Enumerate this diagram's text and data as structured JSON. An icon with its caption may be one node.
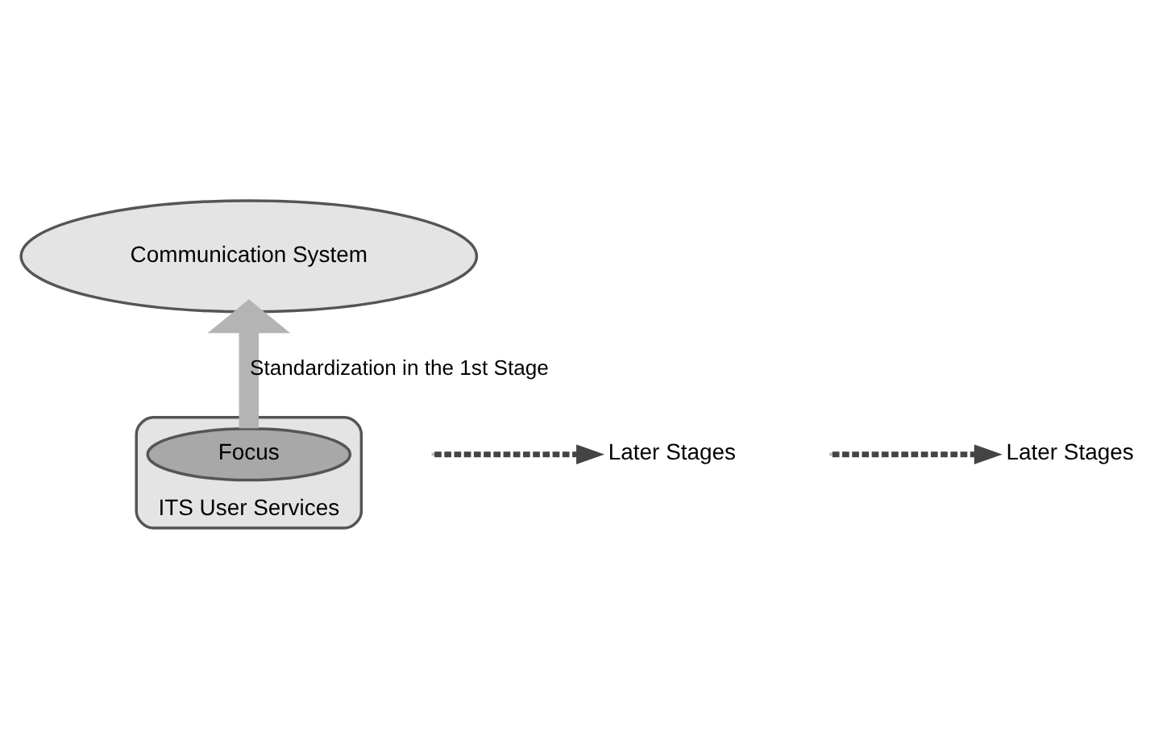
{
  "diagram": {
    "nodes": [
      {
        "text": [
          "Communication System"
        ]
      },
      {
        "text": [
          "ITS User Services"
        ]
      },
      {
        "text": [
          "Focus"
        ],
        "in": 1
      },
      {
        "text": [
          "Later Stages"
        ]
      },
      {
        "text": [
          "Later Stages"
        ]
      }
    ],
    "edges": [
      {
        "from": 2,
        "to": 0,
        "arrow": "to",
        "label": "Standardization in the 1st Stage",
        "style": "thick",
        "color": "#b4b4b4"
      },
      {
        "from": null,
        "to": 3,
        "arrow": "to",
        "style": "dashed"
      },
      {
        "from": null,
        "to": 4,
        "arrow": "to",
        "style": "dashed"
      }
    ]
  }
}
